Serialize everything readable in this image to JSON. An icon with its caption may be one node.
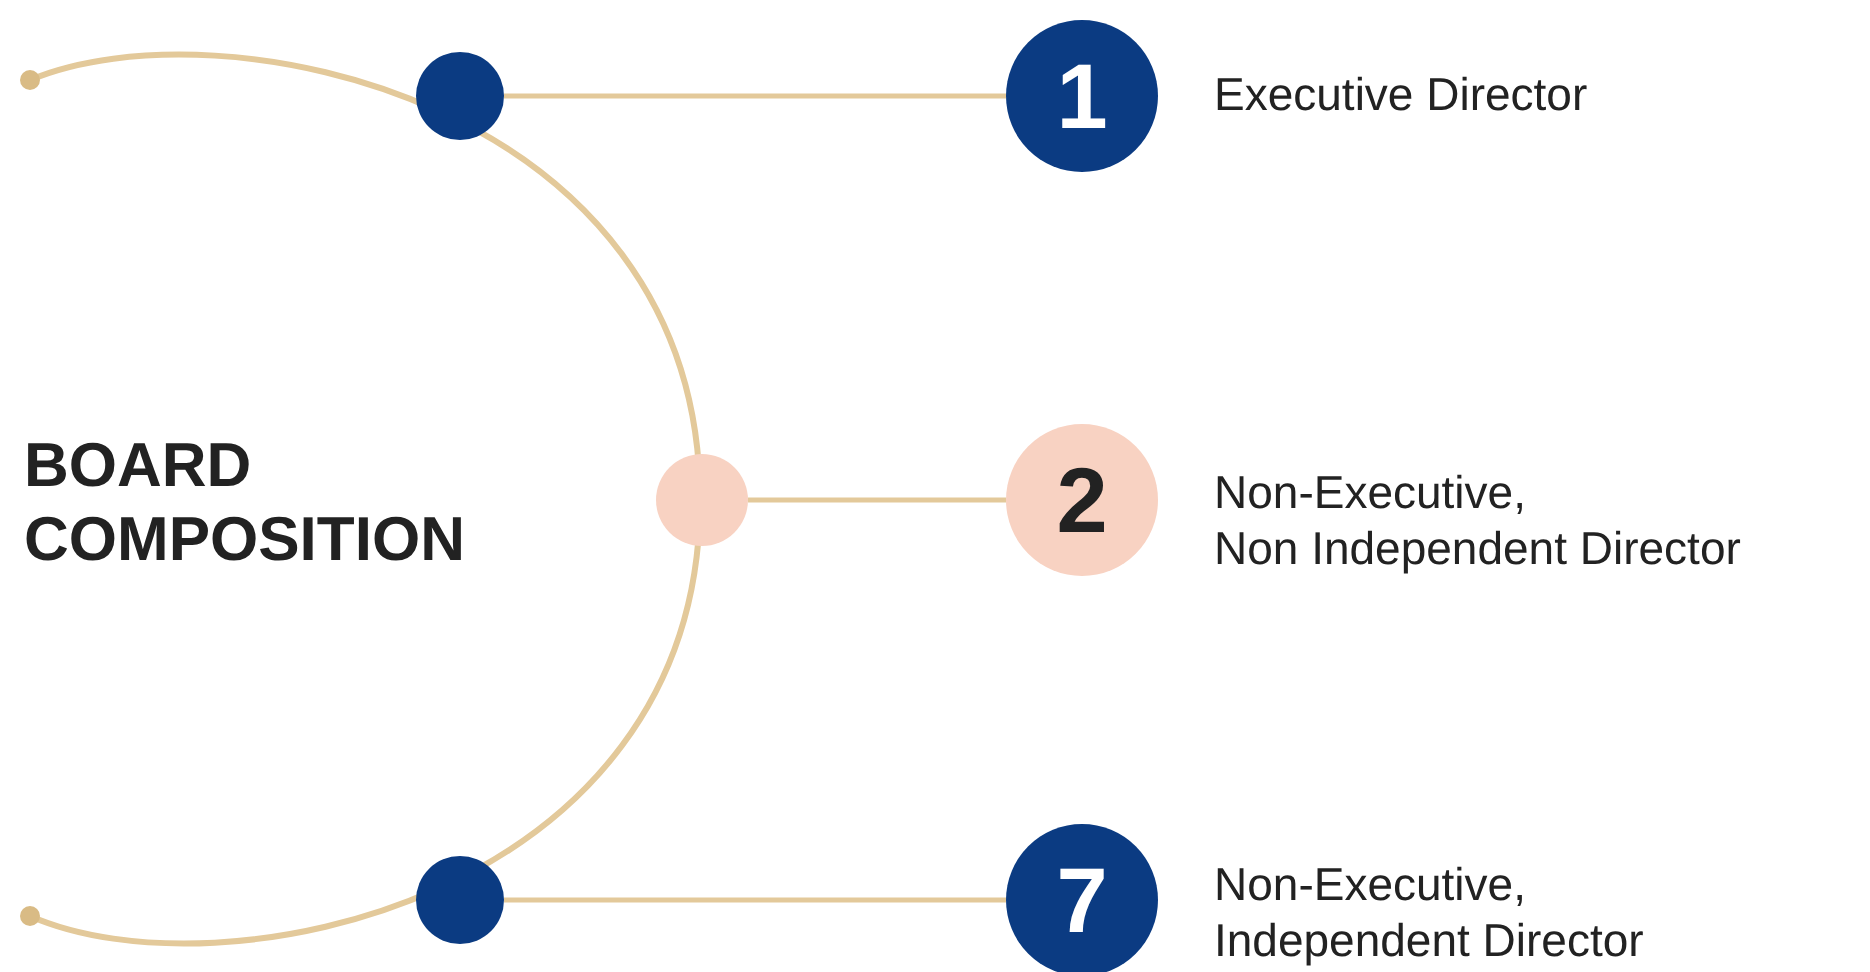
{
  "diagram": {
    "title": "BOARD COMPOSITION",
    "nodes": [
      {
        "text": [],
        "shape": "circle"
      },
      {
        "text": [
          "1"
        ],
        "beside": [
          "Executive Director"
        ]
      },
      {
        "text": [],
        "shape": "circle"
      },
      {
        "text": [
          "2"
        ],
        "beside": [
          "Non-Executive, Non Independent Director"
        ]
      },
      {
        "text": [],
        "shape": "circle"
      },
      {
        "text": [
          "7"
        ],
        "beside": [
          "Non-Executive, Independent Director"
        ]
      }
    ],
    "edges": [
      {
        "from": 0,
        "to": 1,
        "arrow": "none"
      },
      {
        "from": 2,
        "to": 3,
        "arrow": "none"
      },
      {
        "from": 4,
        "to": 5,
        "arrow": "none"
      }
    ]
  }
}
